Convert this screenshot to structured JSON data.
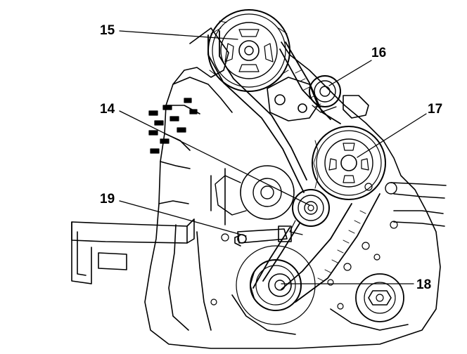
{
  "callouts": {
    "c14": "14",
    "c15": "15",
    "c16": "16",
    "c17": "17",
    "c18": "18",
    "c19": "19"
  }
}
